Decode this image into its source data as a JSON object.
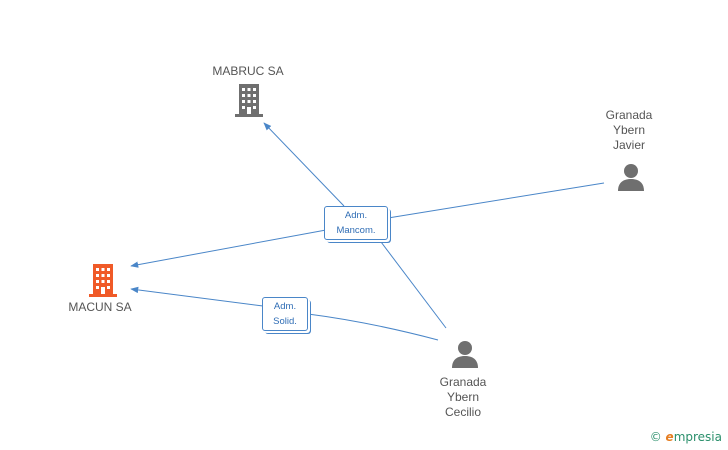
{
  "colors": {
    "edge": "#4a86c8",
    "company_gray": "#6f6f6f",
    "company_highlight": "#f05a28",
    "person": "#6f6f6f"
  },
  "nodes": {
    "mabruc": {
      "label": "MABRUC SA",
      "icon": "building-icon"
    },
    "macun": {
      "label": "MACUN SA",
      "icon": "building-icon"
    },
    "javier": {
      "label": "Granada\nYbern\nJavier",
      "icon": "person-icon"
    },
    "cecilio": {
      "label": "Granada\nYbern\nCecilio",
      "icon": "person-icon"
    }
  },
  "edges": {
    "mancom": {
      "label": "Adm.\nMancom."
    },
    "solid": {
      "label": "Adm.\nSolid."
    }
  },
  "footer": {
    "copyright": "©",
    "brand_first": "e",
    "brand_rest": "mpresia"
  }
}
